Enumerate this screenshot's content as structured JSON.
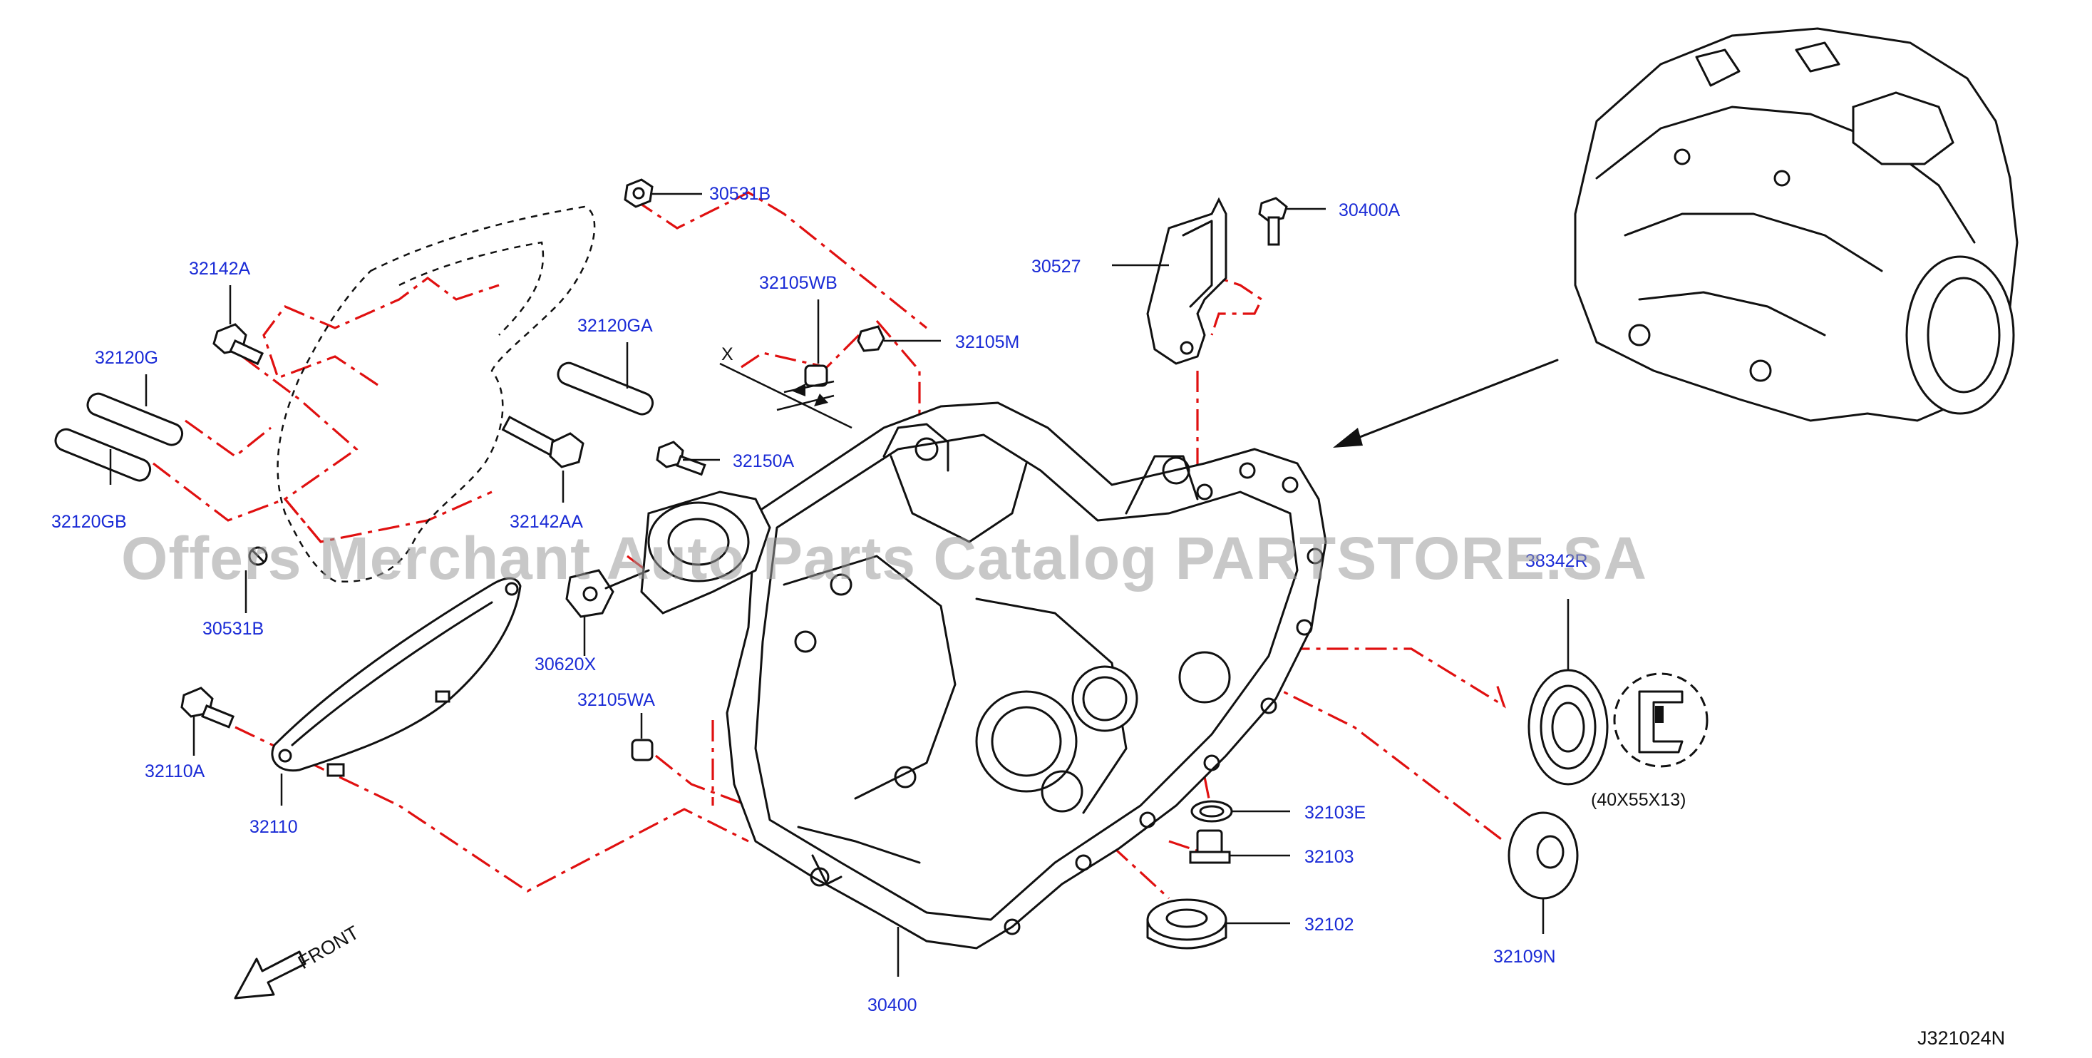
{
  "labels": {
    "p30531B_top": "30531B",
    "p32142A": "32142A",
    "p32120G": "32120G",
    "p32120GB": "32120GB",
    "p30531B_bottom": "30531B",
    "p32110A": "32110A",
    "p32110": "32110",
    "p32120GA": "32120GA",
    "p32142AA": "32142AA",
    "p32105WB": "32105WB",
    "p32105M": "32105M",
    "p32150A": "32150A",
    "p30620X": "30620X",
    "p32105WA": "32105WA",
    "p30527": "30527",
    "p30400A": "30400A",
    "p38342R": "38342R",
    "p32103E": "32103E",
    "p32103": "32103",
    "p32102": "32102",
    "p32109N": "32109N",
    "p30400": "30400",
    "x_marker": "X"
  },
  "seal_size": "(40X55X13)",
  "front": "FRONT",
  "diagram_code": "J321024N",
  "watermark": "Offers Merchant Auto Parts Catalog PARTSTORE.SA",
  "colors": {
    "label": "#1a2bd6",
    "assembly_line": "#e01010",
    "drawing": "#111111",
    "watermark": "#9a9a9a"
  }
}
